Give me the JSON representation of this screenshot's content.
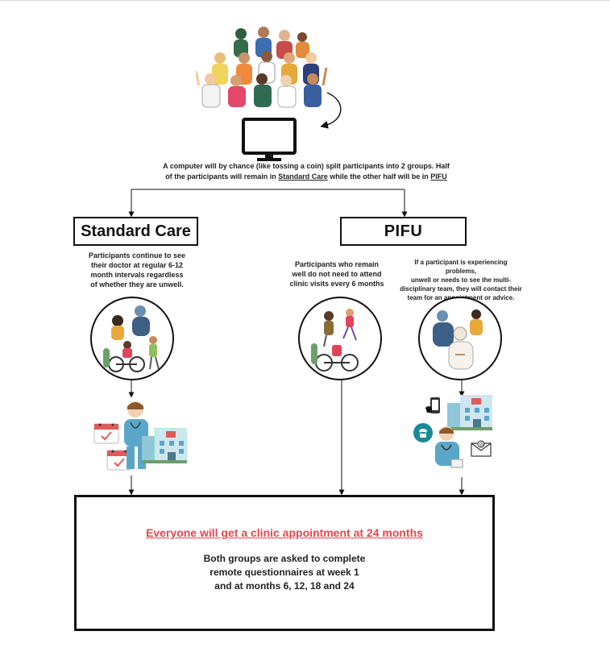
{
  "intro": {
    "line1": "A computer will by chance (like tossing a coin) split participants into 2 groups. Half",
    "line2_prefix": "of the participants will remain in ",
    "line2_sc": "Standard Care",
    "line2_middle": " while the other half will be in ",
    "line2_pifu": "PIFU"
  },
  "groups": {
    "standard_care": {
      "title": "Standard Care",
      "note_lines": [
        "Participants continue to see",
        "their doctor at regular 6-12",
        "month intervals regardless",
        "of whether they are unwell."
      ]
    },
    "pifu": {
      "title": "PIFU",
      "well_note_lines": [
        "Participants who remain",
        "well do not need to attend",
        "clinic visits every 6 months"
      ],
      "unwell_note_lines": [
        "If a participant is experiencing problems,",
        "unwell or needs to see the multi-",
        "disciplinary team, they will contact  their",
        "team for an appointment or advice."
      ]
    }
  },
  "final": {
    "headline": "Everyone will get a clinic appointment at 24 months",
    "body_lines": [
      "Both groups  are asked to complete",
      "remote  questionnaires at week 1",
      "and at months 6, 12, 18 and 24"
    ]
  },
  "icons": {
    "crowd": "people-crowd-icon",
    "computer": "computer-monitor-icon",
    "curved_arrow": "curved-arrow-icon",
    "calendar": "calendar-icon",
    "doctor": "doctor-icon",
    "hospital": "hospital-icon",
    "phone": "phone-icon",
    "mobile": "mobile-phone-icon",
    "email": "email-icon"
  },
  "colors": {
    "accent_red": "#e8454f",
    "border": "#111111",
    "calendar_red": "#e05a5a",
    "teal": "#1a8a96",
    "scrub_blue": "#5aa6c8"
  }
}
